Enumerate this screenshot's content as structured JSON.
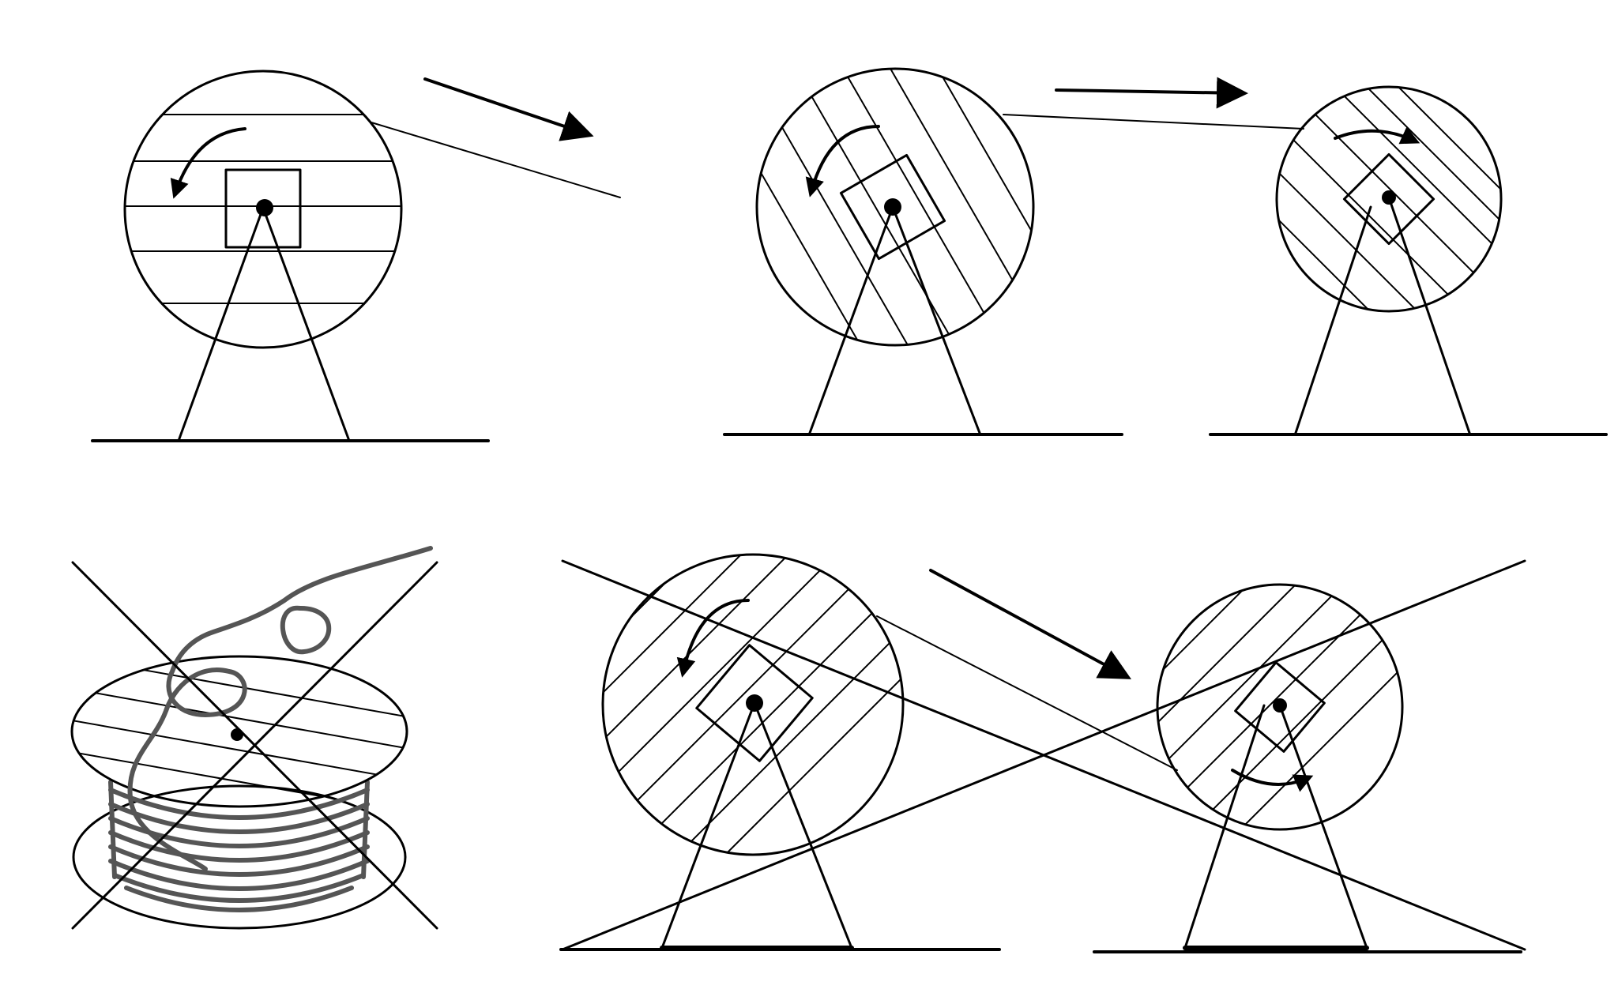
{
  "diagram": {
    "panels": [
      {
        "id": "reel-correct-1",
        "hatch": "horizontal",
        "rotation": "counterclockwise"
      },
      {
        "id": "reel-correct-2a",
        "hatch": "diagonal",
        "rotation": "counterclockwise"
      },
      {
        "id": "reel-correct-2b",
        "hatch": "diagonal",
        "rotation": "clockwise"
      },
      {
        "id": "spool-incorrect",
        "crossed_out": true
      },
      {
        "id": "reel-incorrect-a",
        "hatch": "diagonal",
        "rotation": "counterclockwise",
        "crossed_out": true
      },
      {
        "id": "reel-incorrect-b",
        "hatch": "diagonal",
        "rotation": "clockwise",
        "crossed_out": true
      }
    ],
    "arrows": [
      {
        "id": "direction-arrow-1",
        "icon": "arrow-right-icon"
      },
      {
        "id": "direction-arrow-2",
        "icon": "arrow-right-icon"
      },
      {
        "id": "direction-arrow-3",
        "icon": "arrow-right-icon"
      }
    ],
    "colors": {
      "ink": "#000000",
      "background": "#ffffff",
      "cable_grey": "#555555"
    }
  }
}
